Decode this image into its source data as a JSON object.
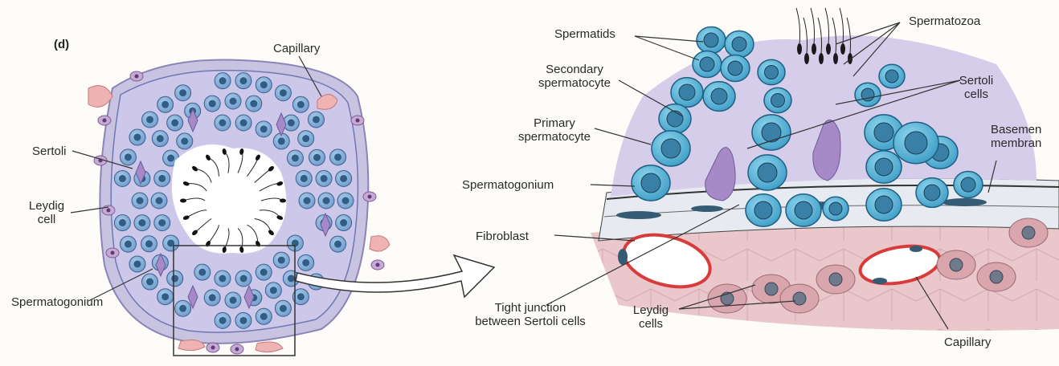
{
  "panel_letter": "(d)",
  "left": {
    "capillary": "Capillary",
    "sertoli": "Sertoli",
    "leydig_line1": "Leydig",
    "leydig_line2": "cell",
    "spermatogonium": "Spermatogonium"
  },
  "right": {
    "spermatids": "Spermatids",
    "spermatozoa": "Spermatozoa",
    "secondary_line1": "Secondary",
    "secondary_line2": "spermatocyte",
    "sertoli_line1": "Sertoli",
    "sertoli_line2": "cells",
    "primary_line1": "Primary",
    "primary_line2": "spermatocyte",
    "basement_line1": "Basemen",
    "basement_line2": "membran",
    "spermatogonium": "Spermatogonium",
    "fibroblast": "Fibroblast",
    "tight_line1": "Tight junction",
    "tight_line2": "between Sertoli cells",
    "leydig_line1": "Leydig",
    "leydig_line2": "cells",
    "capillary": "Capillary"
  },
  "colors": {
    "cell_fill": "#8fb8dc",
    "cell_blue": "#5ab3d6",
    "nucleus": "#2f5d86",
    "lumen_lavender": "#d6cdea",
    "sertoli_purple": "#a68ac7",
    "capillary_pink": "#f0b3b3",
    "interstitial_pink": "#e7c0c5",
    "vessel_red": "#d93a3a"
  }
}
